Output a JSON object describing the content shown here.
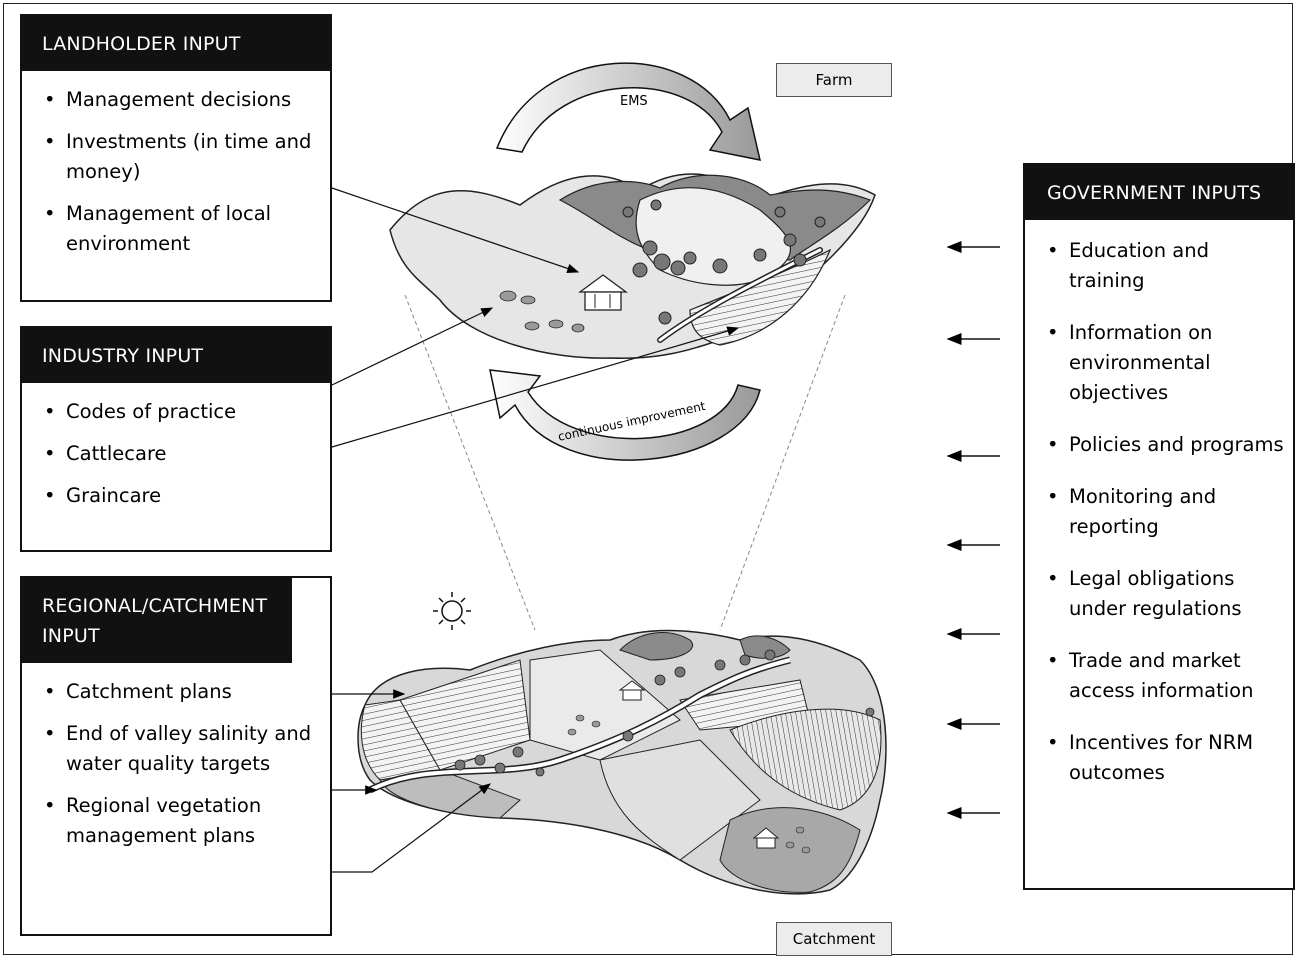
{
  "landholder": {
    "title": "LANDHOLDER INPUT",
    "items": [
      "Management decisions",
      "Investments (in time and money)",
      "Management of local environment"
    ]
  },
  "industry": {
    "title": "INDUSTRY INPUT",
    "items": [
      "Codes of practice",
      "Cattlecare",
      "Graincare"
    ]
  },
  "regional": {
    "title": "REGIONAL/CATCHMENT INPUT",
    "items": [
      "Catchment plans",
      "End of valley salinity and water quality targets",
      "Regional vegetation management plans"
    ]
  },
  "government": {
    "title": "GOVERNMENT INPUTS",
    "items": [
      "Education and training",
      "Information on environmental objectives",
      "Policies and programs",
      "Monitoring and reporting",
      "Legal obligations under regulations",
      "Trade and market access information",
      "Incentives for NRM outcomes"
    ]
  },
  "labels": {
    "farm": "Farm",
    "catchment": "Catchment",
    "ems": "EMS",
    "continuous": "continuous improvement"
  }
}
